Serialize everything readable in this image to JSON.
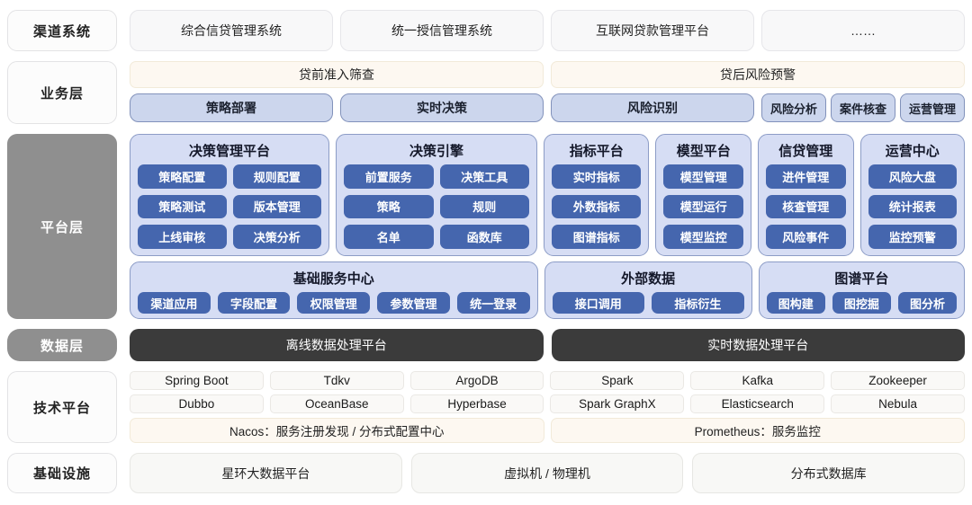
{
  "colors": {
    "chip_blue": "#4566ae",
    "group_bg": "#d6ddf4",
    "group_border": "#8c9cc6",
    "business_blue_bg": "#ccd6ed",
    "business_blue_border": "#8292bb",
    "cream_bg": "#fdf8f1",
    "dark_box": "#3b3b3b",
    "gray_label": "#8f8f8f"
  },
  "layers": {
    "channel": {
      "label": "渠道系统",
      "items": [
        "综合信贷管理系统",
        "统一授信管理系统",
        "互联网贷款管理平台",
        "……"
      ]
    },
    "business": {
      "label": "业务层",
      "stages": [
        "贷前准入筛查",
        "贷后风险预警"
      ],
      "capabilities": [
        "策略部署",
        "实时决策",
        "风险识别"
      ],
      "small_capabilities": [
        "风险分析",
        "案件核查",
        "运营管理"
      ]
    },
    "platform": {
      "label": "平台层",
      "groups": [
        {
          "title": "决策管理平台",
          "items": [
            "策略配置",
            "规则配置",
            "策略测试",
            "版本管理",
            "上线审核",
            "决策分析"
          ]
        },
        {
          "title": "决策引擎",
          "items": [
            "前置服务",
            "决策工具",
            "策略",
            "规则",
            "名单",
            "函数库"
          ]
        },
        {
          "title": "指标平台",
          "items": [
            "实时指标",
            "外数指标",
            "图谱指标"
          ]
        },
        {
          "title": "模型平台",
          "items": [
            "模型管理",
            "模型运行",
            "模型监控"
          ]
        },
        {
          "title": "信贷管理",
          "items": [
            "进件管理",
            "核查管理",
            "风险事件"
          ]
        },
        {
          "title": "运营中心",
          "items": [
            "风险大盘",
            "统计报表",
            "监控预警"
          ]
        }
      ],
      "service_groups": [
        {
          "title": "基础服务中心",
          "items": [
            "渠道应用",
            "字段配置",
            "权限管理",
            "参数管理",
            "统一登录"
          ]
        },
        {
          "title": "外部数据",
          "items": [
            "接口调用",
            "指标衍生"
          ]
        },
        {
          "title": "图谱平台",
          "items": [
            "图构建",
            "图挖掘",
            "图分析"
          ]
        }
      ]
    },
    "data": {
      "label": "数据层",
      "items": [
        "离线数据处理平台",
        "实时数据处理平台"
      ]
    },
    "tech": {
      "label": "技术平台",
      "row1": [
        "Spring Boot",
        "Tdkv",
        "ArgoDB",
        "Spark",
        "Kafka",
        "Zookeeper"
      ],
      "row2": [
        "Dubbo",
        "OceanBase",
        "Hyperbase",
        "Spark GraphX",
        "Elasticsearch",
        "Nebula"
      ],
      "row3": [
        "Nacos：服务注册发现 / 分布式配置中心",
        "Prometheus：服务监控"
      ]
    },
    "infra": {
      "label": "基础设施",
      "items": [
        "星环大数据平台",
        "虚拟机 / 物理机",
        "分布式数据库"
      ]
    }
  }
}
